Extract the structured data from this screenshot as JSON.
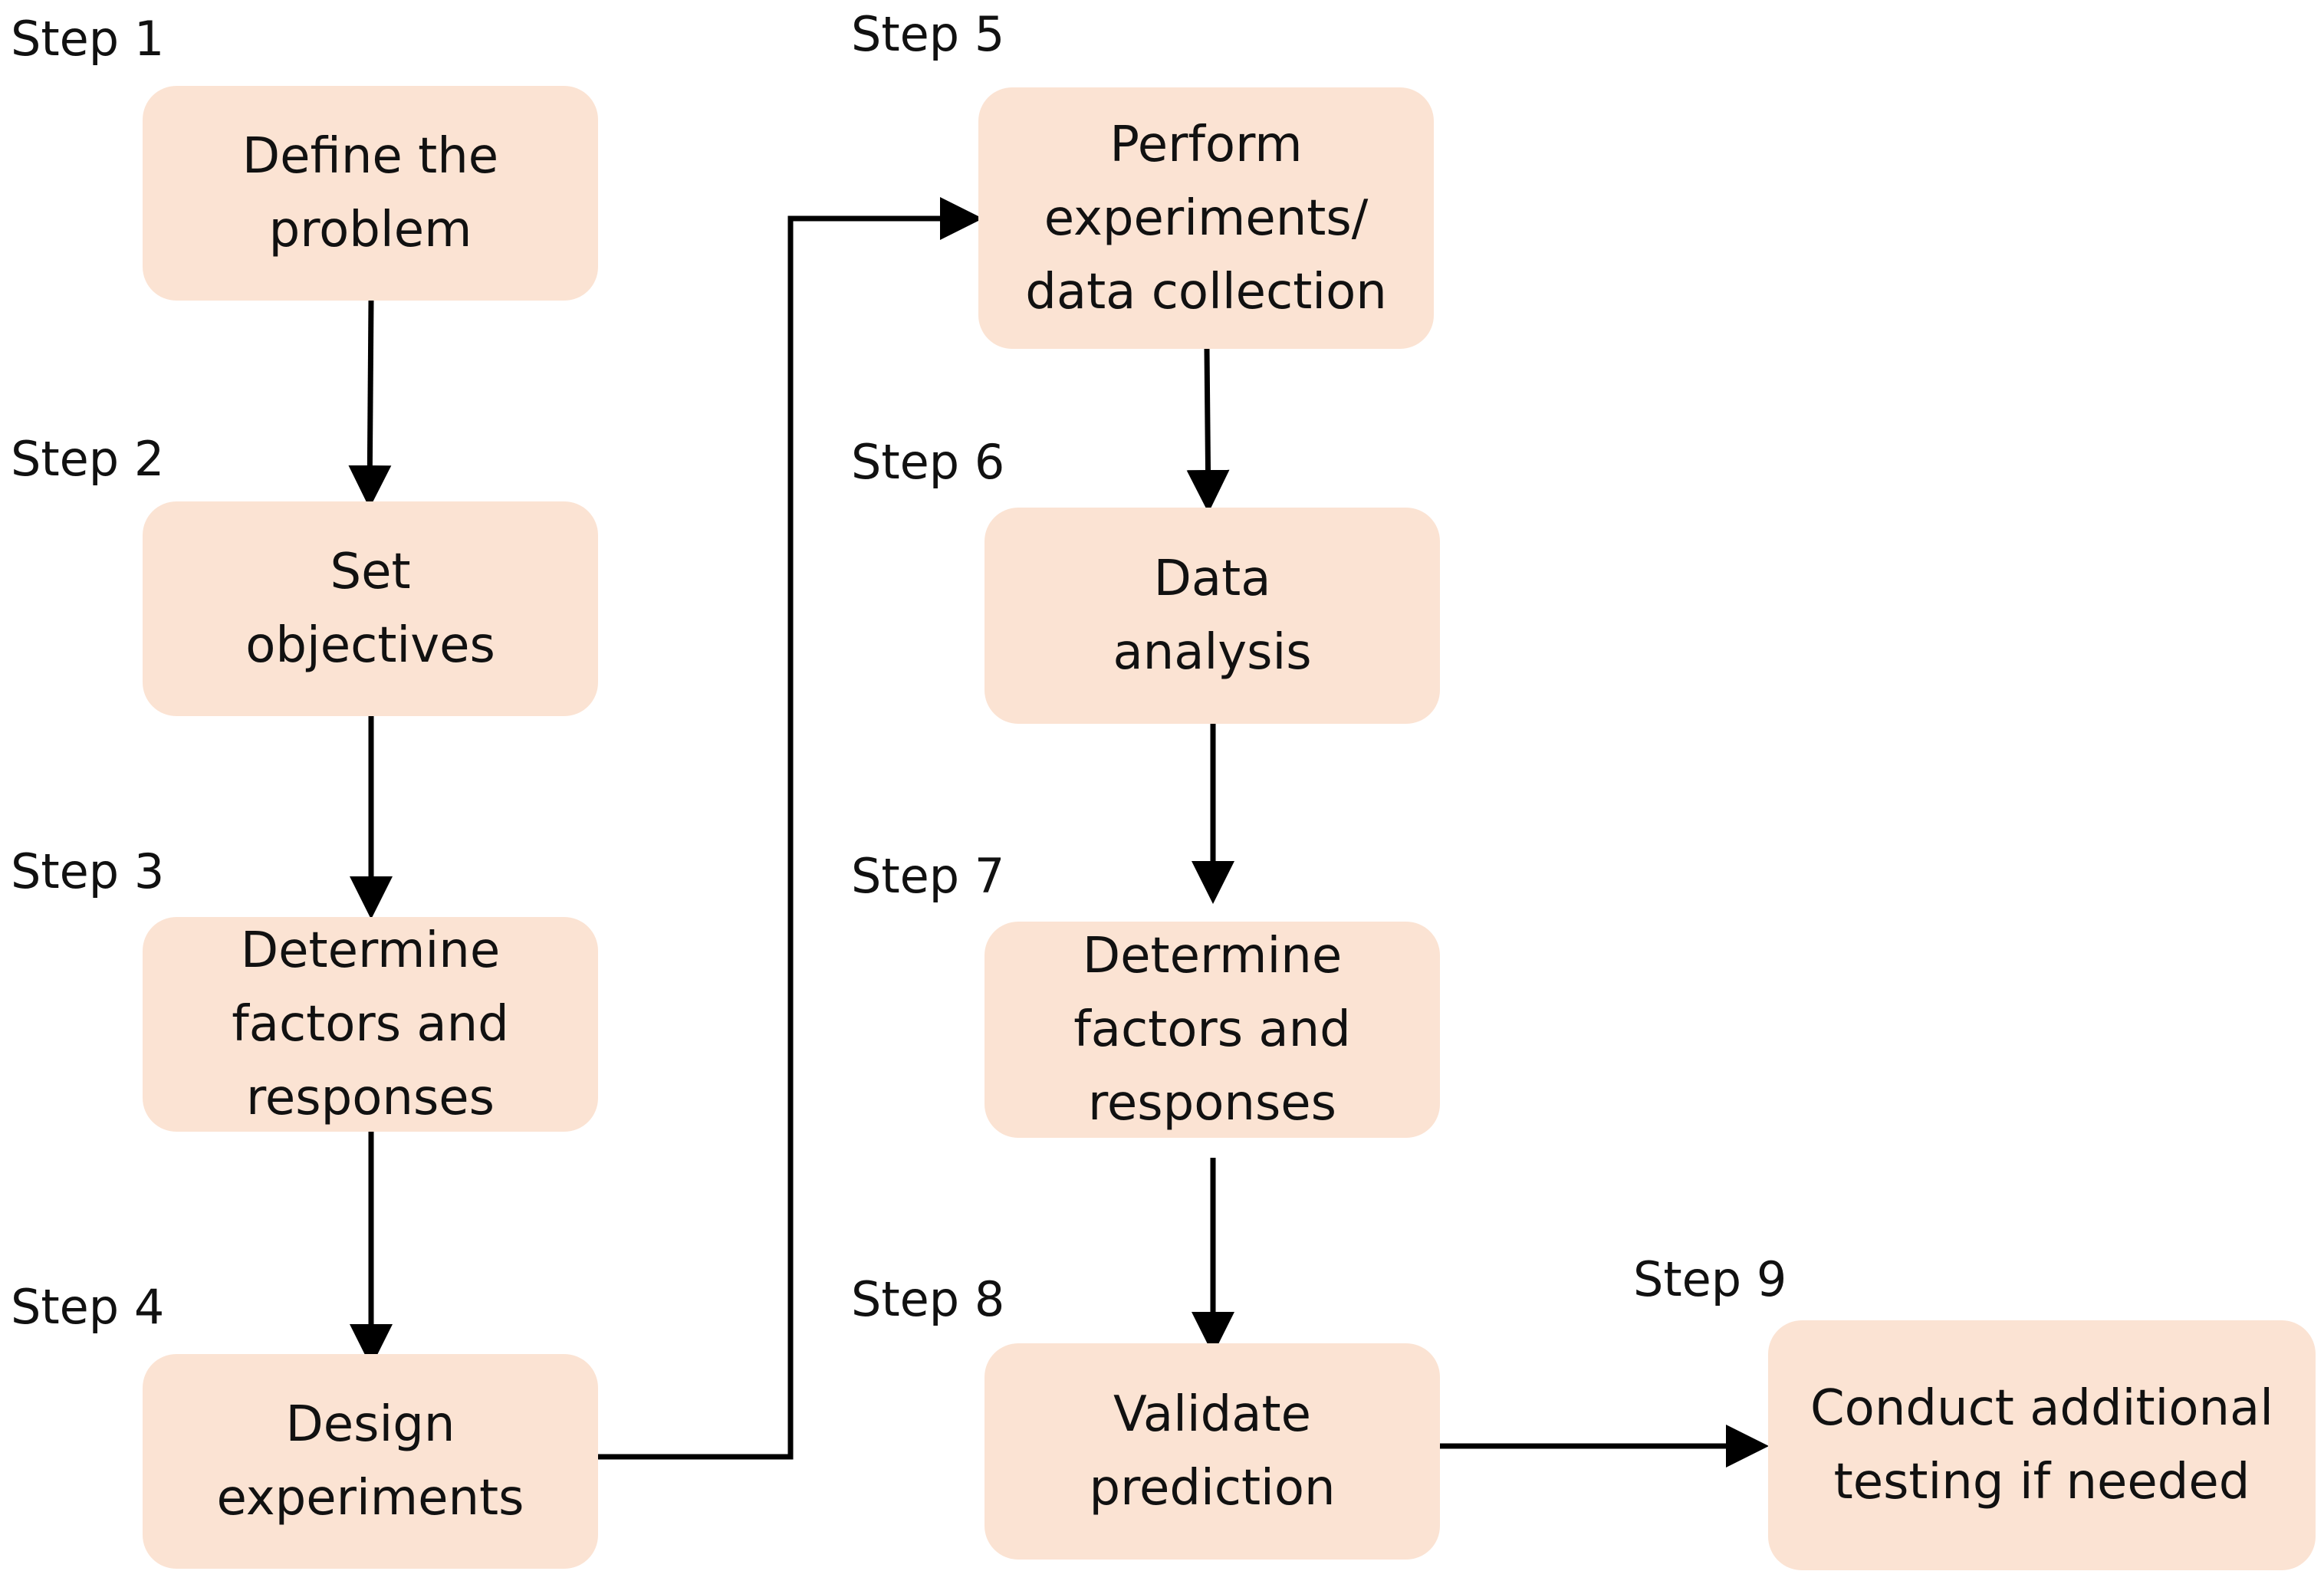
{
  "steps": [
    {
      "label": "Step 1",
      "lines": [
        "Define the",
        "problem"
      ]
    },
    {
      "label": "Step 2",
      "lines": [
        "Set",
        "objectives"
      ]
    },
    {
      "label": "Step 3",
      "lines": [
        "Determine",
        "factors and",
        "responses"
      ]
    },
    {
      "label": "Step 4",
      "lines": [
        "Design",
        "experiments"
      ]
    },
    {
      "label": "Step 5",
      "lines": [
        "Perform",
        "experiments/",
        "data collection"
      ]
    },
    {
      "label": "Step 6",
      "lines": [
        "Data",
        "analysis"
      ]
    },
    {
      "label": "Step 7",
      "lines": [
        "Determine",
        "factors and",
        "responses"
      ]
    },
    {
      "label": "Step 8",
      "lines": [
        "Validate",
        "prediction"
      ]
    },
    {
      "label": "Step 9",
      "lines": [
        "Conduct additional",
        "testing if needed"
      ]
    }
  ],
  "colors": {
    "box_fill": "#fbe3d3",
    "text": "#111111",
    "arrow": "#000000"
  }
}
